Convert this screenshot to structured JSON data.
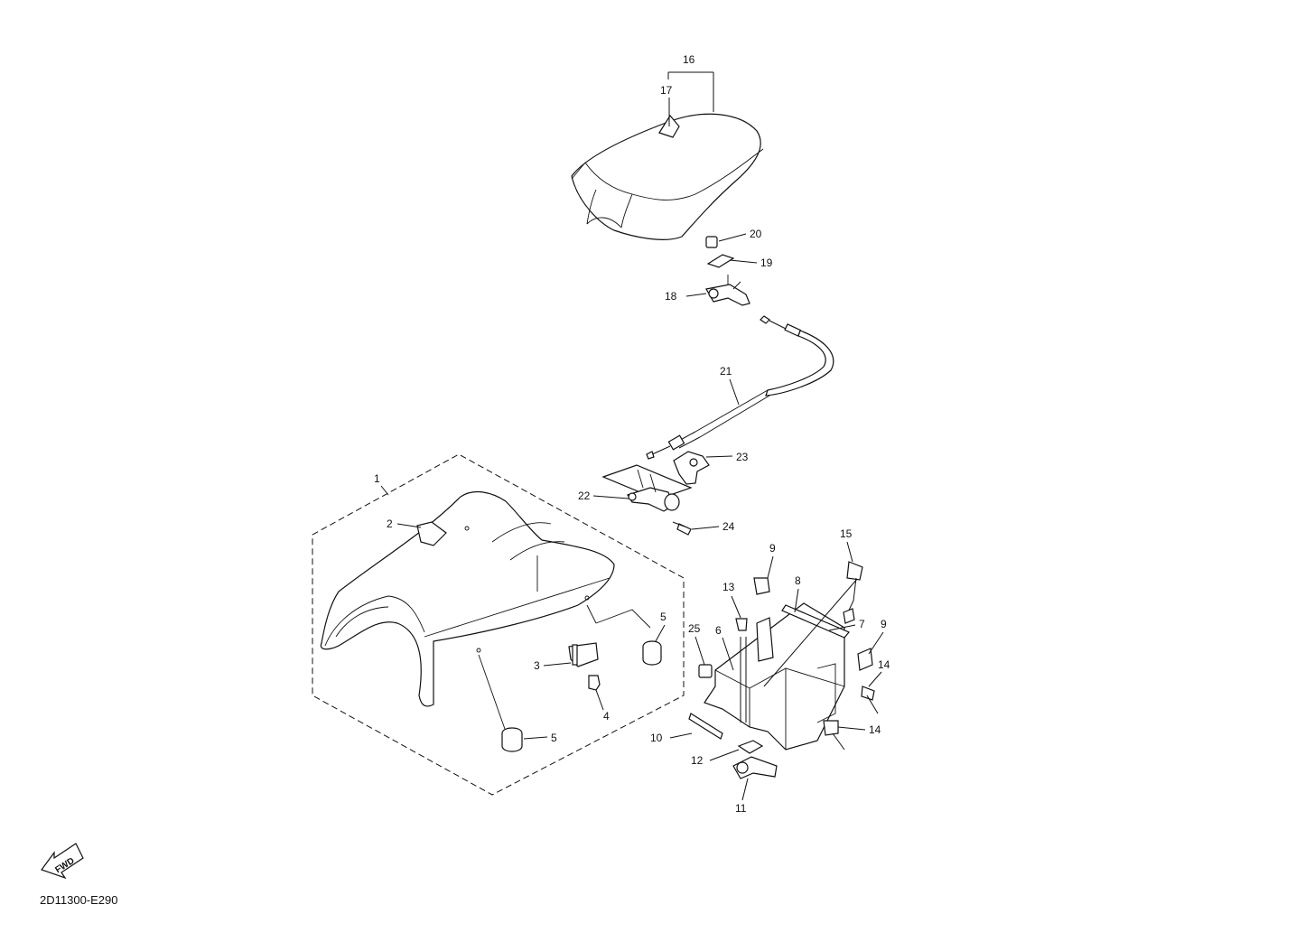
{
  "diagram_code": "2D11300-E290",
  "fwd_arrow_text": "FWD",
  "callouts": {
    "c1": "1",
    "c2": "2",
    "c3": "3",
    "c4": "4",
    "c5a": "5",
    "c5b": "5",
    "c6": "6",
    "c7": "7",
    "c8": "8",
    "c9a": "9",
    "c9b": "9",
    "c10": "10",
    "c11": "11",
    "c12": "12",
    "c13": "13",
    "c14a": "14",
    "c14b": "14",
    "c15": "15",
    "c16": "16",
    "c17": "17",
    "c18": "18",
    "c19": "19",
    "c20": "20",
    "c21": "21",
    "c22": "22",
    "c23": "23",
    "c24": "24",
    "c25": "25"
  }
}
